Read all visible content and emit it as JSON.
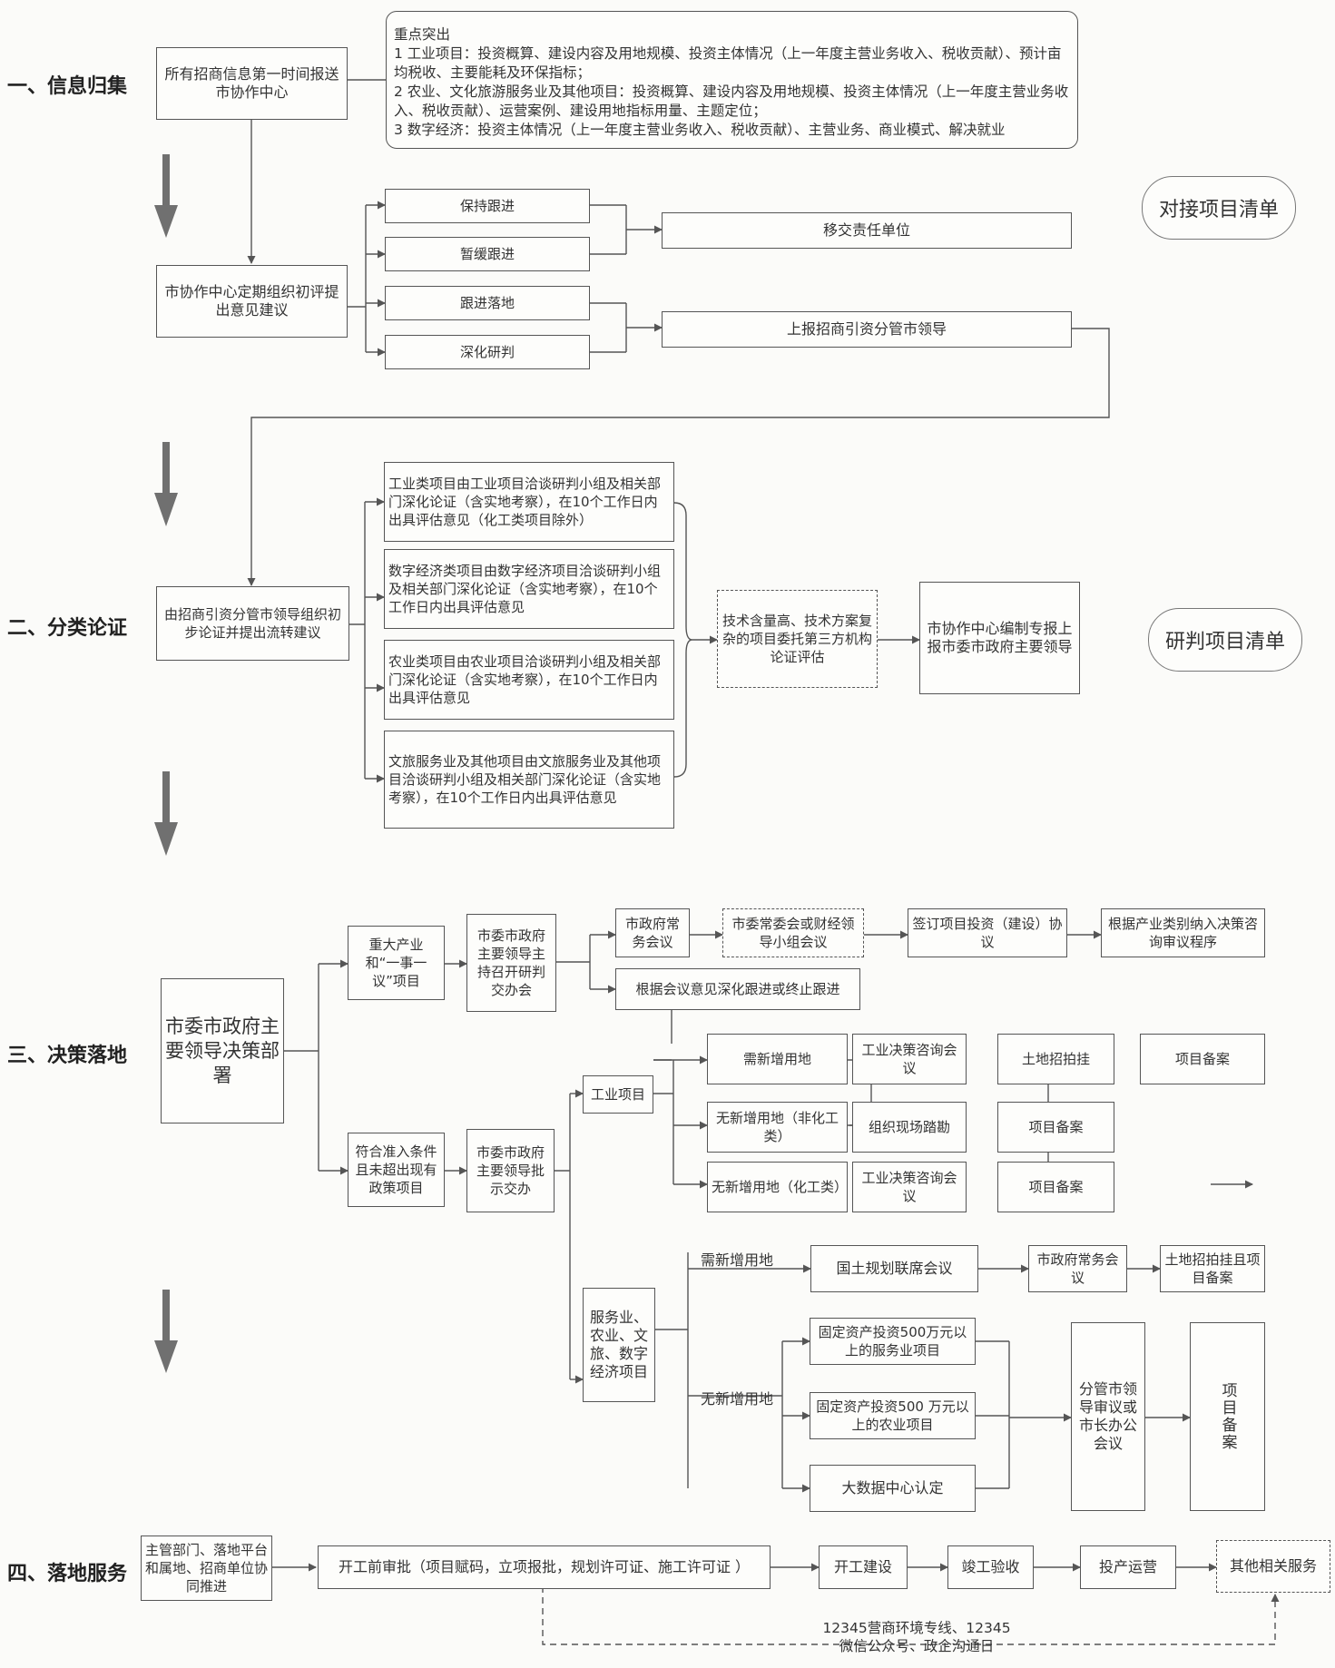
{
  "stages": {
    "s1": "一、信息归集",
    "s2": "二、分类论证",
    "s3": "三、决策落地",
    "s4": "四、落地服务"
  },
  "lists": {
    "docking": "对接项目清单",
    "research": "研判项目清单"
  },
  "info": {
    "collect": "所有招商信息第一时间报送市协作中心",
    "notes_title": "重点突出",
    "notes": [
      "1 工业项目：投资概算、建设内容及用地规模、投资主体情况（上一年度主营业务收入、税收贡献）、预计亩均税收、主要能耗及环保指标；",
      "2 农业、文化旅游服务业及其他项目：投资概算、建设内容及用地规模、投资主体情况（上一年度主营业务收入、税收贡献）、运营案例、建设用地指标用量、主题定位；",
      "3 数字经济：投资主体情况（上一年度主营业务收入、税收贡献）、主营业务、商业模式、解决就业"
    ],
    "review": "市协作中心定期组织初评提出意见建议",
    "keep": "保持跟进",
    "pause": "暂缓跟进",
    "land": "跟进落地",
    "deepen": "深化研判",
    "transfer": "移交责任单位",
    "report": "上报招商引资分管市领导"
  },
  "classify": {
    "lead": "由招商引资分管市领导组织初步论证并提出流转建议",
    "industry": "工业类项目由工业项目洽谈研判小组及相关部门深化论证（含实地考察），在10个工作日内出具评估意见（化工类项目除外）",
    "digital": "数字经济类项目由数字经济项目洽谈研判小组及相关部门深化论证（含实地考察），在10个工作日内出具评估意见",
    "agri": "农业类项目由农业项目洽谈研判小组及相关部门深化论证（含实地考察），在10个工作日内出具评估意见",
    "culture": "文旅服务业及其他项目由文旅服务业及其他项目洽谈研判小组及相关部门深化论证（含实地考察），在10个工作日内出具评估意见",
    "third": "技术含量高、技术方案复杂的项目委托第三方机构论证评估",
    "report": "市协作中心编制专报上报市委市政府主要领导"
  },
  "decision": {
    "deploy": "市委市政府主要领导决策部署",
    "major": "重大产业和“一事一议”项目",
    "meeting": "市委市政府主要领导主持召开研判交办会",
    "gov_meeting": "市政府常务会议",
    "committee": "市委常委会或财经领导小组会议",
    "sign": "签订项目投资（建设）协议",
    "consult": "根据产业类别纳入决策咨询审议程序",
    "deepen": "根据会议意见深化跟进或终止跟进",
    "eligible": "符合准入条件且未超出现有政策项目",
    "approve": "市委市政府主要领导批示交办",
    "industrial": "工业项目",
    "need_land": "需新增用地",
    "decision_consult": "工业决策咨询会议",
    "land_auction": "土地招拍挂",
    "record": "项目备案",
    "no_land_nonchem": "无新增用地（非化工类）",
    "site_survey": "组织现场踏勘",
    "record2": "项目备案",
    "no_land_chem": "无新增用地（化工类）",
    "decision_consult2": "工业决策咨询会议",
    "record3": "项目备案",
    "service": "服务业、农业、文旅、数字经济项目",
    "need_land_label": "需新增用地",
    "no_land_label": "无新增用地",
    "land_joint": "国土规划联席会议",
    "gov_meeting2": "市政府常务会议",
    "land_record": "土地招拍挂且项目备案",
    "fixed_service": "固定资产投资500万元以上的服务业项目",
    "fixed_agri": "固定资产投资500 万元以上的农业项目",
    "bigdata": "大数据中心认定",
    "leader_review": "分管市领导审议或市长办公会议",
    "final_record": "项目备案"
  },
  "service": {
    "promote": "主管部门、落地平台和属地、招商单位协同推进",
    "pre_approval": "开工前审批（项目赋码，立项报批，规划许可证、施工许可证 ）",
    "construct": "开工建设",
    "accept": "竣工验收",
    "operate": "投产运营",
    "other": "其他相关服务",
    "hotline": "12345营商环境专线、12345微信公众号、政企沟通日"
  }
}
